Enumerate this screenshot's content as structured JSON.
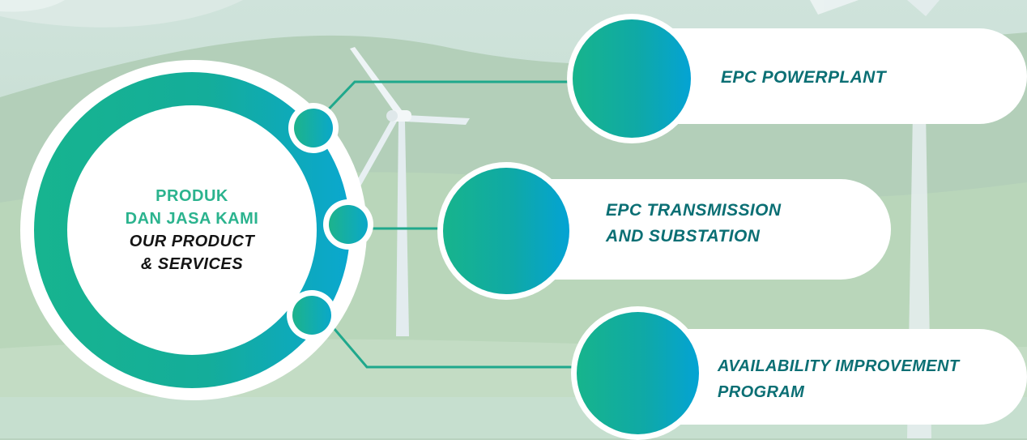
{
  "hub": {
    "title_line1": "PRODUK",
    "title_line2": "DAN JASA KAMI",
    "subtitle_line1": "OUR PRODUCT",
    "subtitle_line2": "& SERVICES"
  },
  "items": [
    {
      "line1": "EPC POWERPLANT",
      "line2": ""
    },
    {
      "line1": "EPC TRANSMISSION",
      "line2": "AND SUBSTATION"
    },
    {
      "line1": "AVAILABILITY IMPROVEMENT",
      "line2": "PROGRAM"
    }
  ],
  "colors": {
    "accent_green": "#2bb38e",
    "accent_blue": "#0aa7cf",
    "item_text": "#0b6f74",
    "connector": "#1fa88c"
  }
}
